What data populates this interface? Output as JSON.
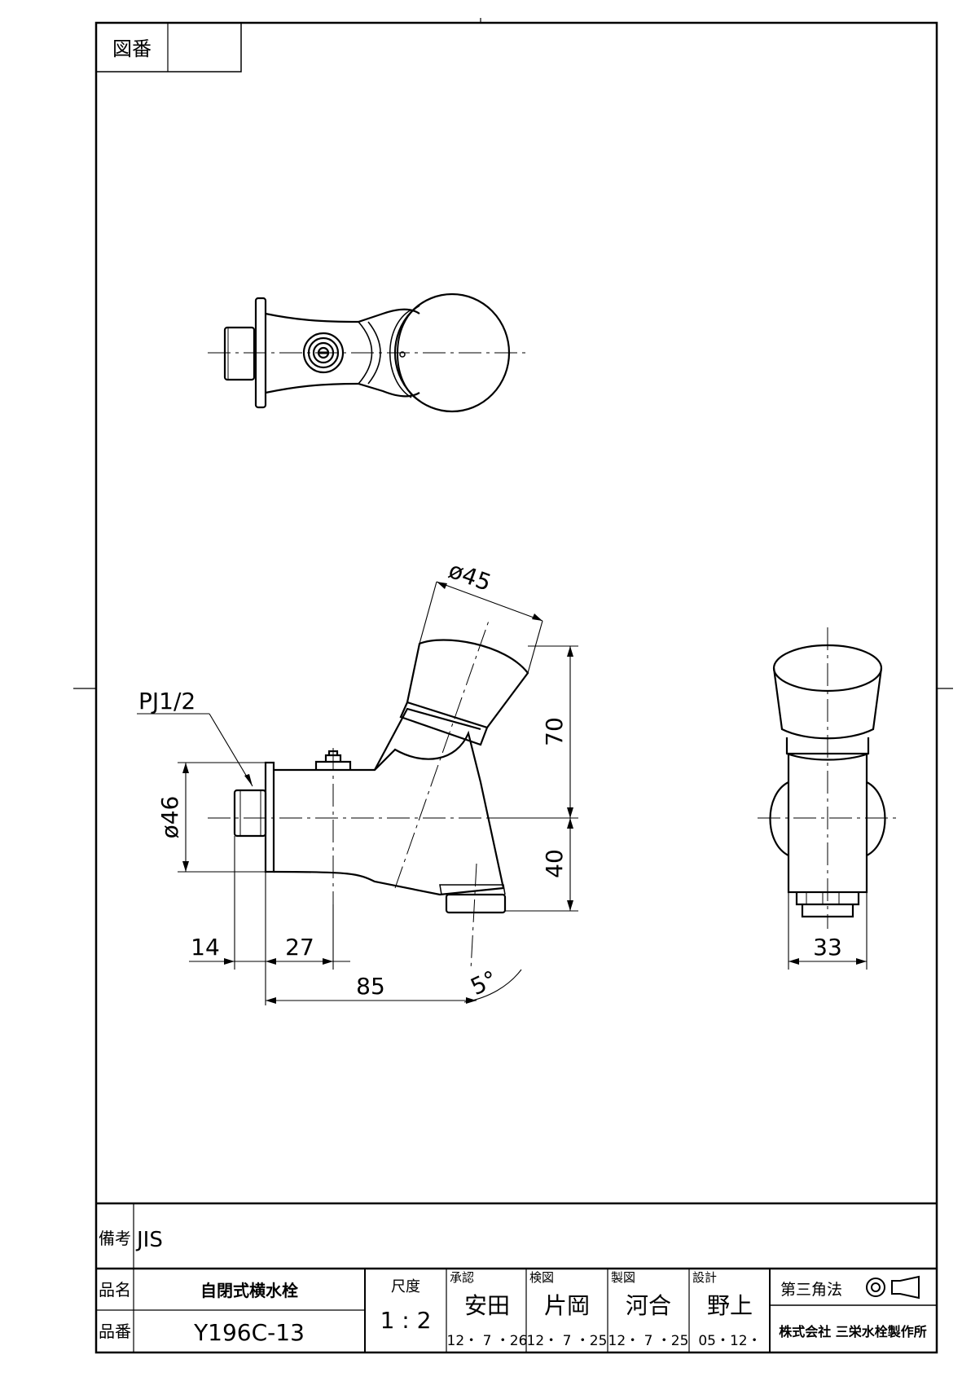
{
  "drawing_number_label": "図番",
  "drawing_number_value": "",
  "views": {
    "top_view": {},
    "front_view": {
      "dimensions": {
        "knob_diameter": "ø45",
        "thread": "PJ1/2",
        "body_diameter": "ø46",
        "height_upper": "70",
        "height_lower": "40",
        "inlet_length": "14",
        "offset": "27",
        "total_length": "85",
        "angle": "5°"
      }
    },
    "side_view": {
      "dimensions": {
        "width": "33"
      }
    }
  },
  "title_block": {
    "remarks_label": "備考",
    "remarks_value": "JIS",
    "product_name_label": "品名",
    "product_name_value": "自閉式横水栓",
    "product_number_label": "品番",
    "product_number_value": "Y196C-13",
    "scale_label": "尺度",
    "scale_value": "1 : 2",
    "approval_label": "承認",
    "approval_name": "安田",
    "approval_date": "12・ 7 ・26",
    "check_label": "検図",
    "check_name": "片岡",
    "check_date": "12・ 7 ・25",
    "drawn_label": "製図",
    "drawn_name": "河合",
    "drawn_date": "12・ 7 ・25",
    "design_label": "設計",
    "design_name": "野上",
    "design_date": "05・12・",
    "projection_label": "第三角法",
    "company": "株式会社 三栄水栓製作所"
  }
}
